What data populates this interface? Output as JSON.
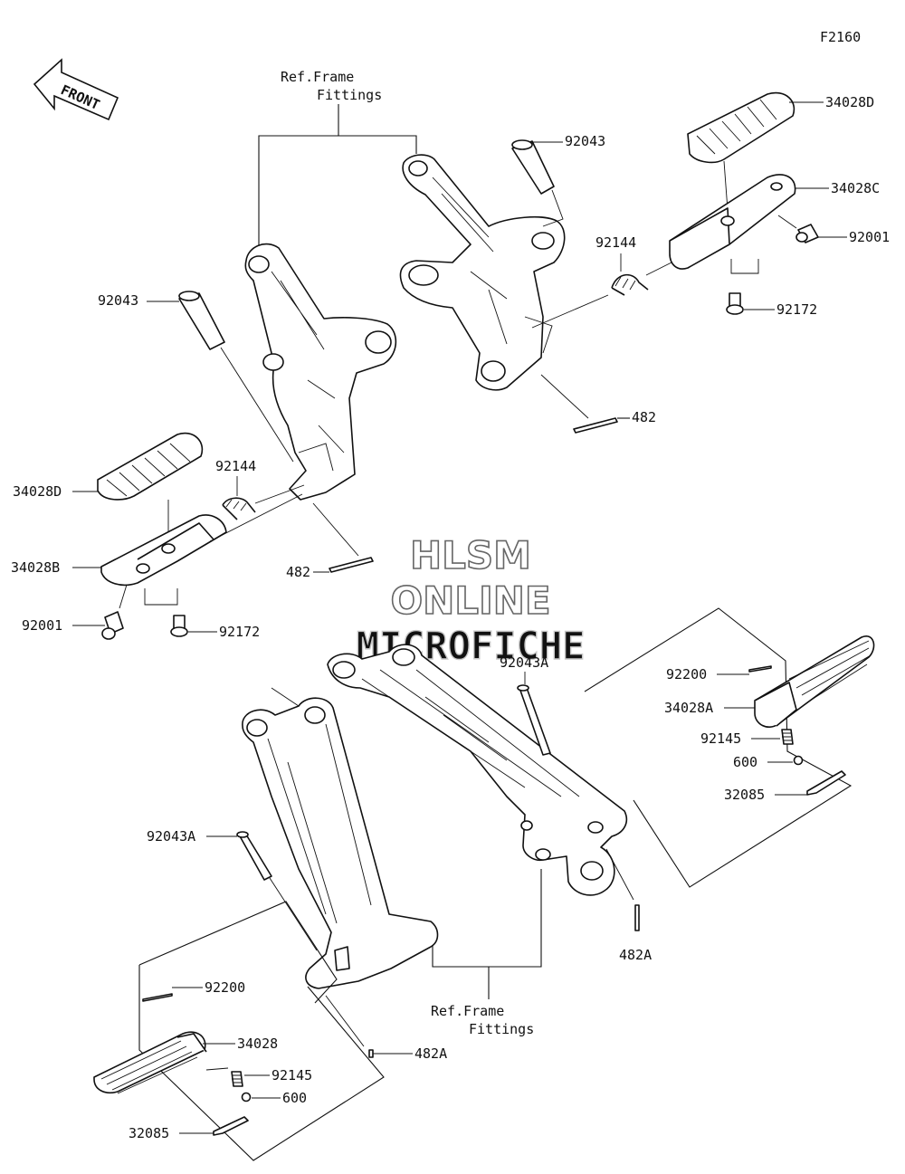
{
  "figure_code": "F2160",
  "direction_marker": {
    "text": "FRONT",
    "icon": "front-arrow-icon"
  },
  "watermark": {
    "line1": "HLSM",
    "line2": "ONLINE",
    "line3": "MICROFICHE"
  },
  "references": {
    "top": {
      "line1": "Ref.Frame",
      "line2": "Fittings"
    },
    "bottom": {
      "line1": "Ref.Frame",
      "line2": "Fittings"
    }
  },
  "labels": {
    "p34028D_r": "34028D",
    "p92043_r": "92043",
    "p34028C": "34028C",
    "p92001_r": "92001",
    "p92144_r": "92144",
    "p92172_r": "92172",
    "p482_r": "482",
    "p92043_l": "92043",
    "p92144_l": "92144",
    "p34028D_l": "34028D",
    "p34028B": "34028B",
    "p482_l": "482",
    "p92001_l": "92001",
    "p92172_l": "92172",
    "p92043A_r": "92043A",
    "p92200_r": "92200",
    "p34028A": "34028A",
    "p92145_r": "92145",
    "p600_r": "600",
    "p32085_r": "32085",
    "p92043A_l": "92043A",
    "p482A_r": "482A",
    "p92200_l": "92200",
    "p34028": "34028",
    "p92145_l": "92145",
    "p600_l": "600",
    "p32085_l": "32085",
    "p482A_l": "482A"
  }
}
